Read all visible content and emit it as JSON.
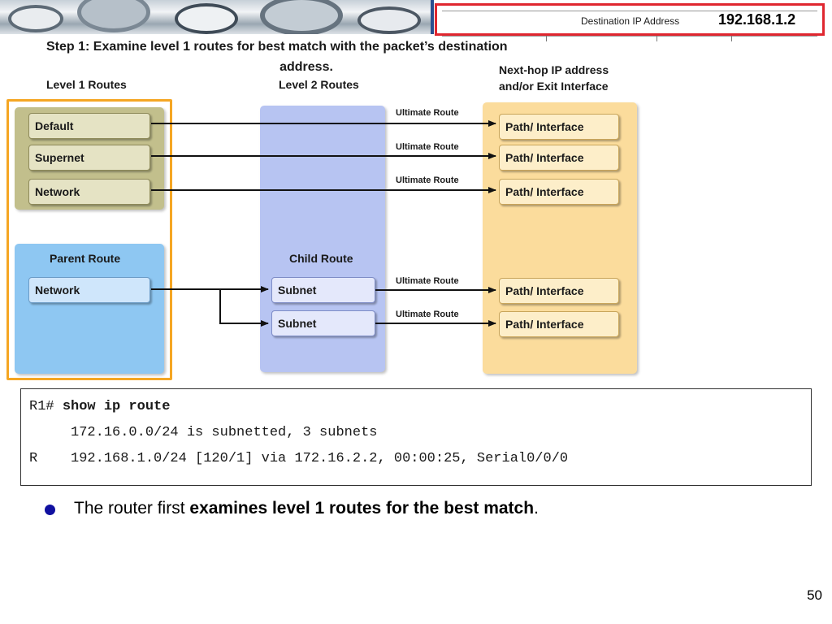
{
  "header": {
    "destination_label": "Destination IP Address",
    "destination_ip": "192.168.1.2"
  },
  "step_title": {
    "line1": "Step 1: Examine level 1 routes for best match with the packet’s destination",
    "line2": "address."
  },
  "columns": {
    "level1": "Level 1 Routes",
    "level2": "Level 2 Routes",
    "nexthop_line1": "Next-hop IP address",
    "nexthop_line2": "and/or Exit Interface"
  },
  "level1_routes": [
    {
      "label": "Default"
    },
    {
      "label": "Supernet"
    },
    {
      "label": "Network"
    }
  ],
  "parent_route": {
    "title": "Parent Route",
    "label": "Network"
  },
  "child_route": {
    "title": "Child Route",
    "subnets": [
      "Subnet",
      "Subnet"
    ]
  },
  "next_hops": [
    "Path/ Interface",
    "Path/ Interface",
    "Path/ Interface",
    "Path/ Interface",
    "Path/ Interface"
  ],
  "ultimate_route_label": "Ultimate Route",
  "cli": {
    "prompt": "R1# ",
    "command": "show ip route",
    "line2": "     172.16.0.0/24 is subnetted, 3 subnets",
    "line3": "R    192.168.1.0/24 [120/1] via 172.16.2.2, 00:00:25, Serial0/0/0"
  },
  "bullet": {
    "pre": "The router first ",
    "bold": "examines level 1 routes for the best match",
    "post": "."
  },
  "page_number": "50",
  "colors": {
    "level1_outline": "#f5a623",
    "dest_box_border": "#e0262f",
    "bullet": "#1010a0"
  }
}
